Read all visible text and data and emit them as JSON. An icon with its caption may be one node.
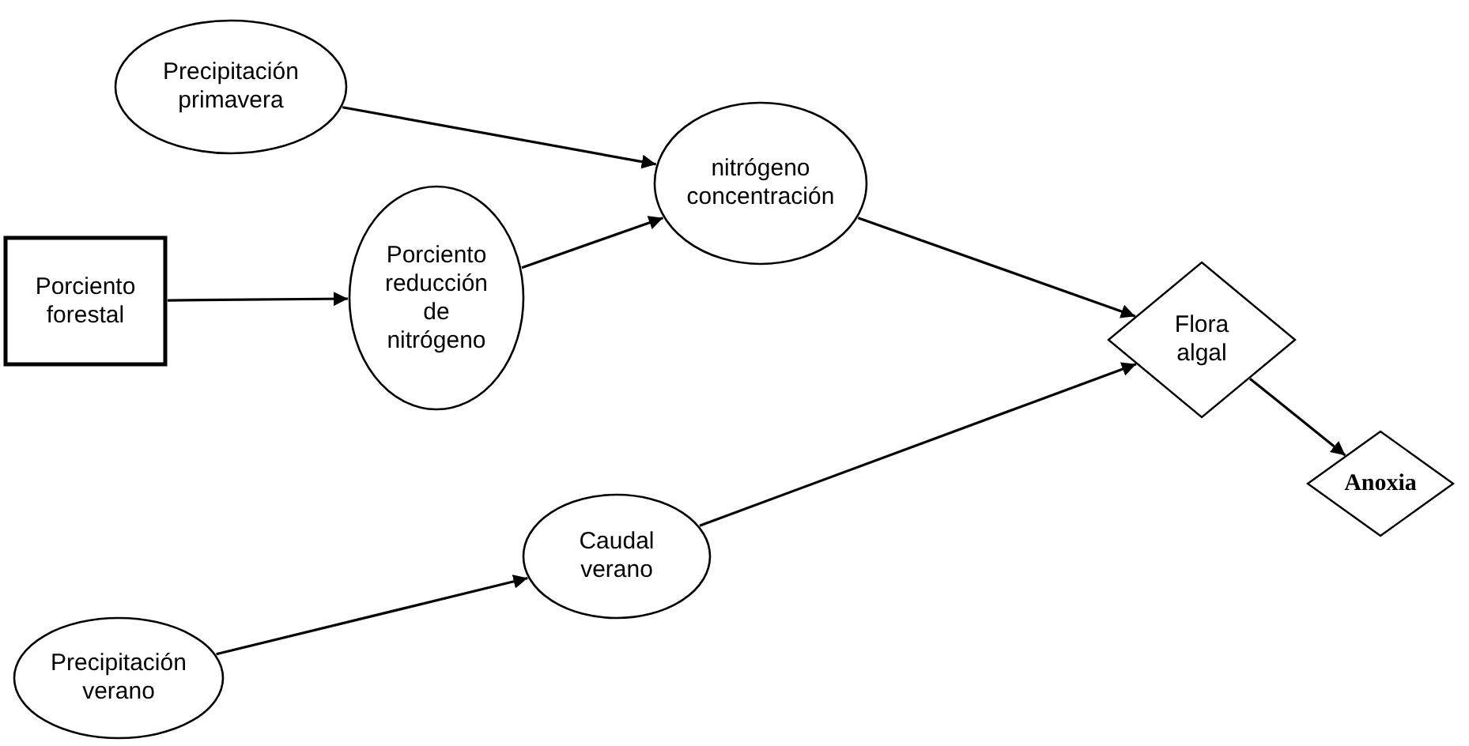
{
  "diagram": {
    "nodes": [
      {
        "text": [
          "Precipitación primavera"
        ]
      },
      {
        "text": [
          "nitrógeno concentración"
        ]
      },
      {
        "text": [
          "Porciento forestal"
        ]
      },
      {
        "text": [
          "Porciento reducción de nitrógeno"
        ]
      },
      {
        "text": [
          "Flora algal"
        ]
      },
      {
        "text": [
          "Anoxia"
        ]
      },
      {
        "text": [
          "Caudal verano"
        ]
      },
      {
        "text": [
          "Precipitación verano"
        ]
      }
    ],
    "edges": [
      {
        "from": 0,
        "to": 1,
        "arrow": "to"
      },
      {
        "from": 3,
        "to": 1,
        "arrow": "to"
      },
      {
        "from": 2,
        "to": 3,
        "arrow": "to"
      },
      {
        "from": 1,
        "to": 4,
        "arrow": "to"
      },
      {
        "from": 6,
        "to": 4,
        "arrow": "to"
      },
      {
        "from": 4,
        "to": 5,
        "arrow": "to"
      },
      {
        "from": 7,
        "to": 6,
        "arrow": "to"
      }
    ]
  }
}
